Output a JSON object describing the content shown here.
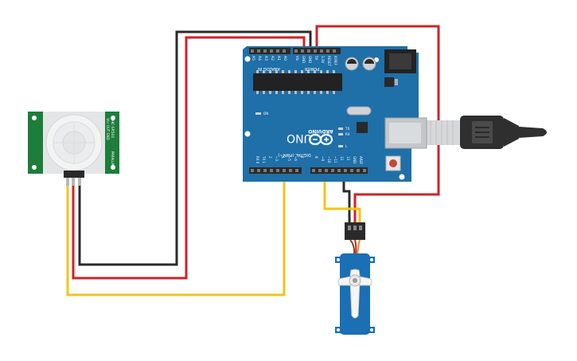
{
  "arduino": {
    "brand": "ARDUINO",
    "model": "UNO",
    "power_header": "POWER",
    "analog_header": "ANALOG IN",
    "digital_header": "DIGITAL (PWM~)",
    "on_led": "ON",
    "tx_led": "TX",
    "rx_led": "RX",
    "l_led": "L",
    "power_pins": [
      "IOREF",
      "RESET",
      "3.3V",
      "5V",
      "GND",
      "GND",
      "Vin"
    ],
    "analog_pins": [
      "A0",
      "A1",
      "A2",
      "A3",
      "A4",
      "A5"
    ],
    "digital_pins": [
      "AREF",
      "GND",
      "13",
      "12",
      "~11",
      "~10",
      "~9",
      "8",
      "7",
      "~6",
      "~5",
      "4",
      "~3",
      "2",
      "TX 1",
      "RX 0"
    ]
  },
  "pir_sensor": {
    "labels": [
      "HC-SR501",
      "Vcc OUT GND",
      "PARALLAX"
    ]
  },
  "colors": {
    "board": "#1f6fa8",
    "wire_red": "#d42027",
    "wire_black": "#2b2b2b",
    "wire_yellow": "#f2c41a",
    "servo": "#1a6fb5",
    "pir_board": "#1d7d3a"
  }
}
